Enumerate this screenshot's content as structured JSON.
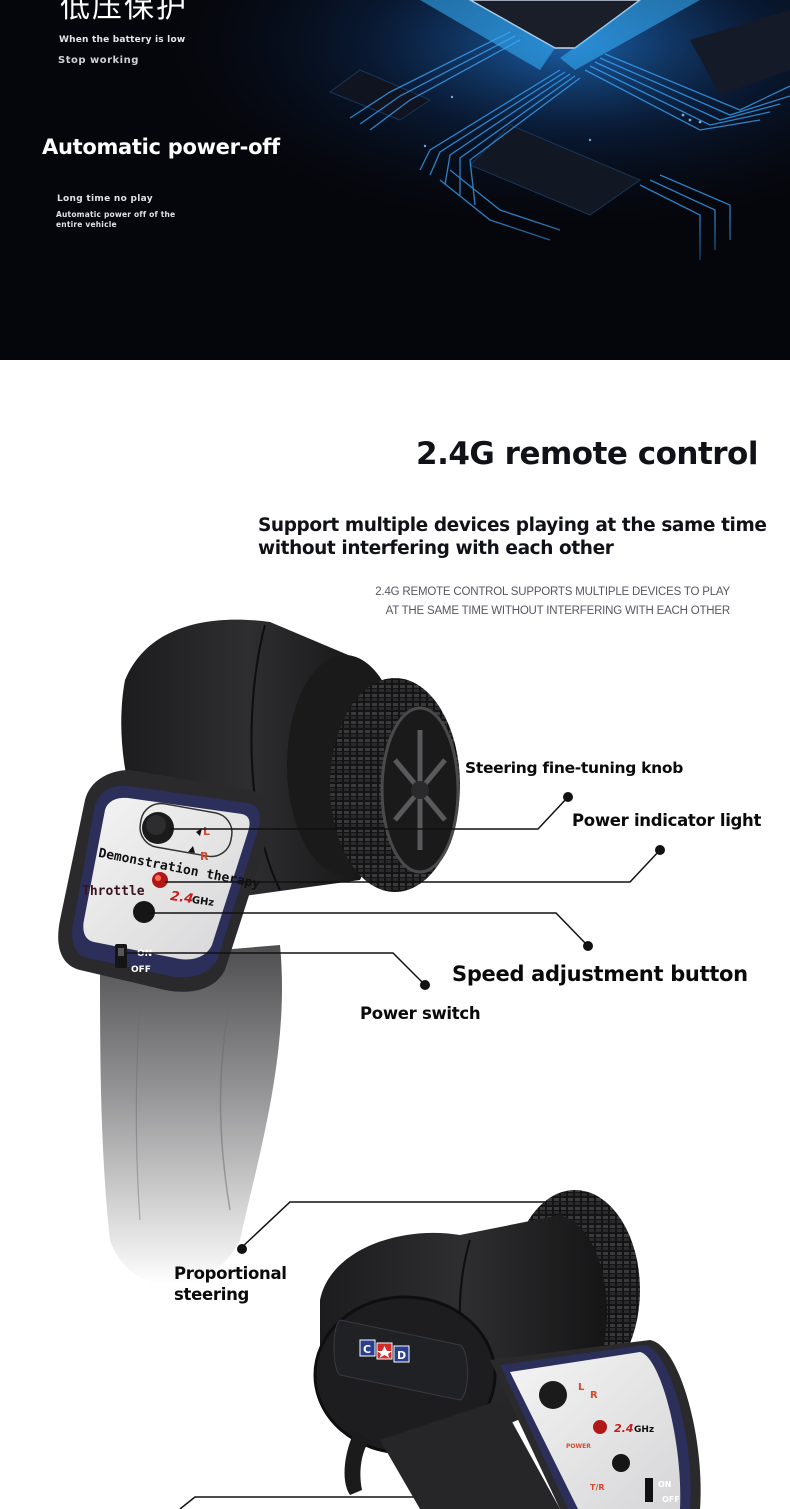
{
  "banner": {
    "heading_cn": "低压保护",
    "low_battery_line1": "When the battery is low",
    "low_battery_line2": "Stop working",
    "auto_off_title": "Automatic power-off",
    "auto_off_line1": "Long time no play",
    "auto_off_line2": "Automatic power off of the entire vehicle",
    "colors": {
      "background": "#05060b",
      "glow": "#2fa8ff",
      "chip": "#1c2230"
    }
  },
  "remote_section": {
    "title": "2.4G remote control",
    "subtitle": "Support multiple devices playing at the same time without interfering with each other",
    "description": "2.4G remote control supports multiple devices to play at the same time without interfering with each other"
  },
  "callouts": {
    "steering_knob": "Steering fine-tuning knob",
    "power_indicator": "Power indicator light",
    "speed_button": "Speed adjustment button",
    "power_switch": "Power switch",
    "proportional_steering": "Proportional steering"
  },
  "device_panel": {
    "left_label": "L",
    "right_label": "R",
    "band": "2.4GHz",
    "on_label": "ON",
    "off_label": "OFF",
    "overlay_demo": "Demonstration therapy",
    "overlay_throttle": "Throttle",
    "tr_label": "T/R",
    "power_label": "POWER"
  },
  "brand_badge": {
    "letters": [
      "C",
      "",
      "D"
    ],
    "colors": [
      "#2a3f8f",
      "#d42a2a",
      "#2a3f8f"
    ]
  }
}
